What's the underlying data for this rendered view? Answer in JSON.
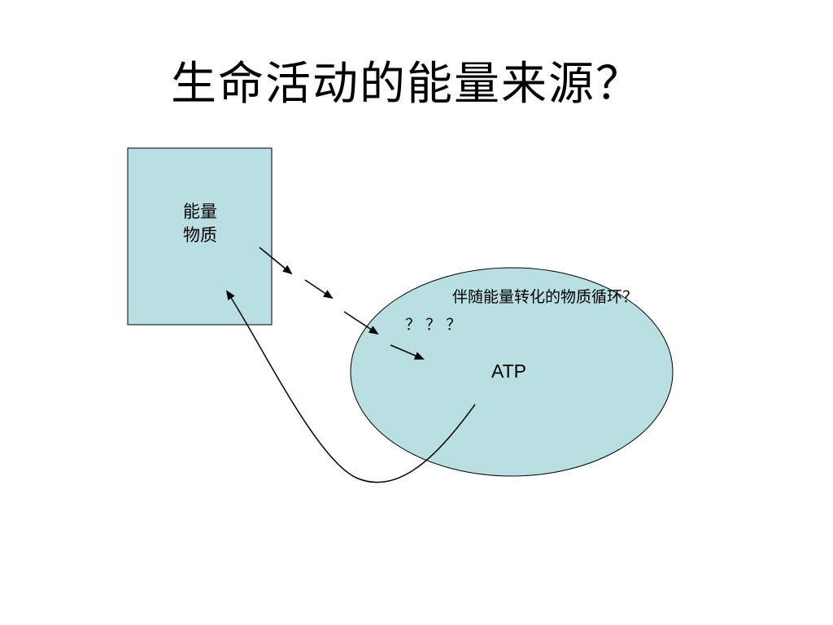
{
  "slide": {
    "title": "生命活动的能量来源？"
  },
  "diagram": {
    "box": {
      "label_line1": "能量",
      "label_line2": "物质",
      "fill_color": "#b9dfe3"
    },
    "ellipse": {
      "cycle_label": "伴随能量转化的物质循环？",
      "question_marks": "？ ？ ？",
      "atp_label": "ATP",
      "fill_color": "#b9dfe3"
    },
    "arrows": [
      "dashed-arrow-box-to-ellipse",
      "curved-arrow-ellipse-to-box"
    ]
  }
}
